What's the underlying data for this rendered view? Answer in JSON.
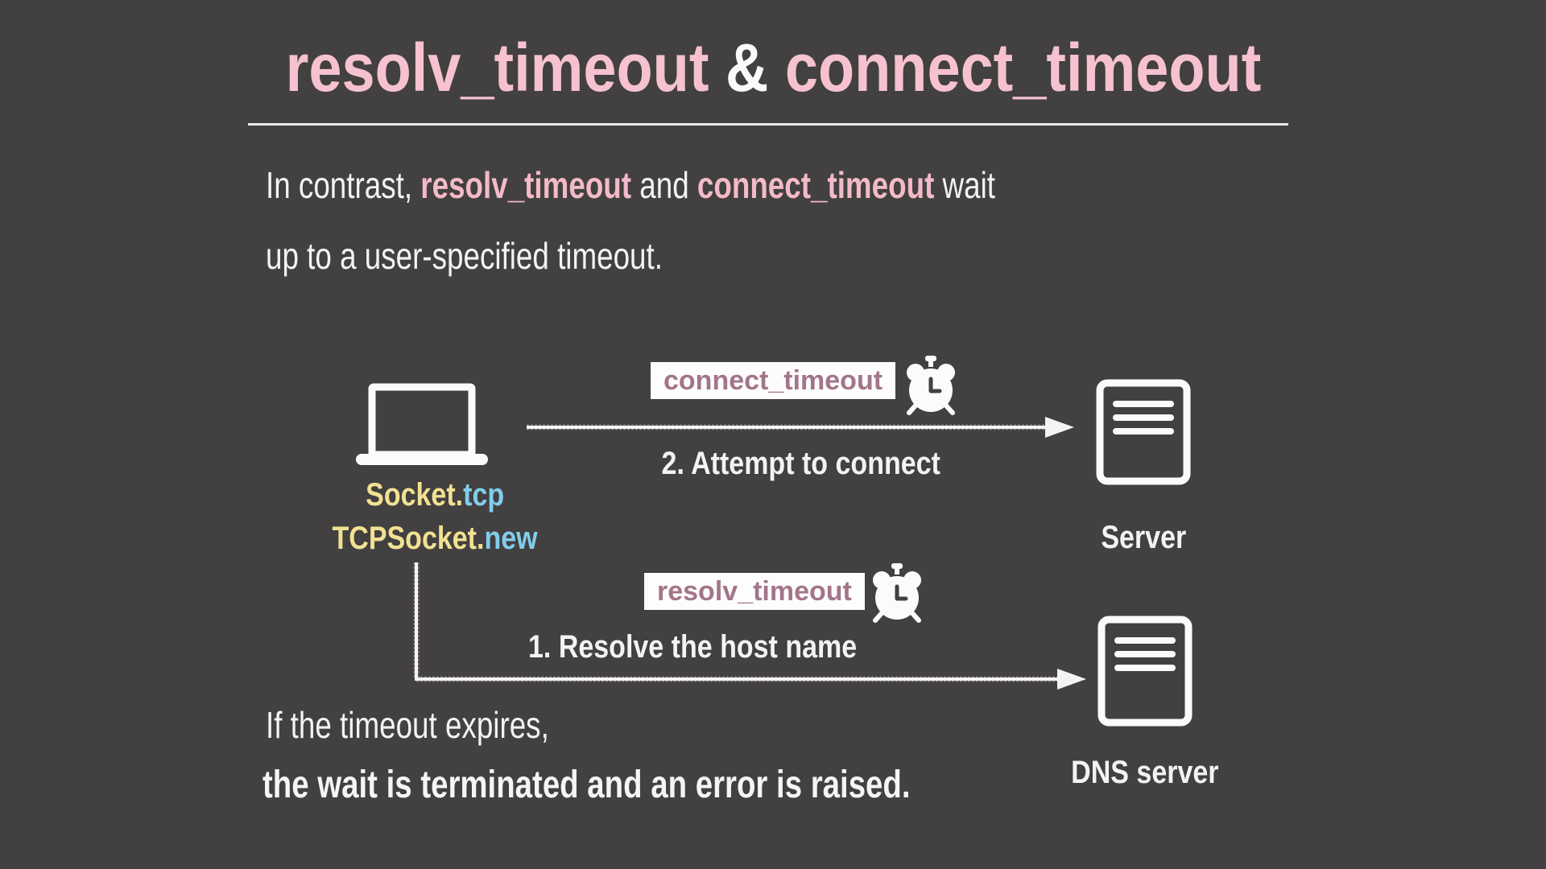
{
  "title": {
    "term1": "resolv_timeout",
    "separator": " & ",
    "term2": "connect_timeout"
  },
  "intro": {
    "line1_pre": "In contrast, ",
    "line1_term1": "resolv_timeout",
    "line1_mid": " and ",
    "line1_term2": "connect_timeout",
    "line1_post": " wait",
    "line2": "up to a user-specified timeout."
  },
  "diagram": {
    "client_code": {
      "line1_base": "Socket.",
      "line1_method": "tcp",
      "line2_base": "TCPSocket.",
      "line2_method": "new"
    },
    "connect_flow": {
      "badge": "connect_timeout",
      "caption": "2. Attempt to connect"
    },
    "resolve_flow": {
      "badge": "resolv_timeout",
      "caption": "1. Resolve the host name"
    },
    "server_label": "Server",
    "dns_server_label": "DNS server"
  },
  "footer": {
    "line1": "If the timeout expires,",
    "line2": "the wait is terminated and an error is raised."
  },
  "icons": {
    "client": "laptop-icon",
    "timer": "alarm-clock-icon",
    "server": "server-icon",
    "arrows": "chalk-arrow"
  },
  "colors": {
    "background": "#424040",
    "text": "#f4f3f1",
    "title_pink": "#f6c2cf",
    "keyword_pink": "#f3bac8",
    "badge_bg": "#fdfdfc",
    "badge_text": "#a3758a",
    "code_yellow": "#f1e192",
    "code_blue": "#82cdec"
  }
}
